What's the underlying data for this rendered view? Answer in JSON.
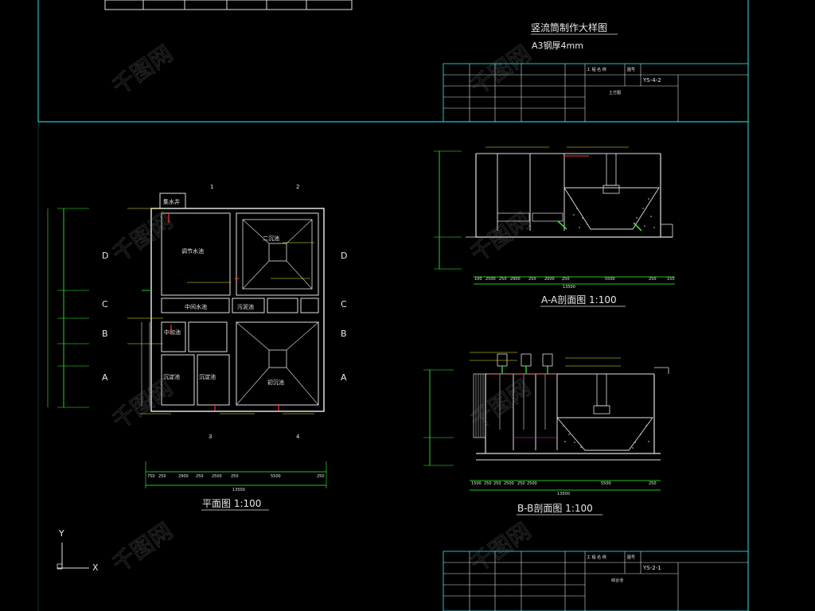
{
  "drawing": {
    "detail_title": "竖流筒制作大样图",
    "detail_note": "A3钢厚4mm",
    "plan_title": "平面图 1:100",
    "section_aa_title": "A-A剖面图 1:100",
    "section_bb_title": "B-B剖面图 1:100",
    "grid_rows": [
      "D",
      "C",
      "B",
      "A"
    ],
    "grid_cols": [
      "1",
      "2",
      "3",
      "4"
    ],
    "plan_dims": [
      "750",
      "250",
      "2900",
      "250",
      "2500",
      "250",
      "5500",
      "250"
    ],
    "plan_total": "13500",
    "plan_rooms": {
      "collect_well": "集水井",
      "regulating_tank": "调节水池",
      "secondary_settling": "二沉池",
      "intermediate_tank": "中间水池",
      "sludge_tank": "污泥池",
      "mid_tank": "中和池",
      "contact_left": "沉淀池",
      "contact_right": "沉淀池",
      "primary_settling": "初沉池"
    },
    "aa_dims": [
      "100",
      "2500",
      "250",
      "2900",
      "250",
      "2000",
      "250",
      "5500",
      "250",
      "150"
    ],
    "aa_total": "13500",
    "bb_dims": [
      "1500",
      "250",
      "250",
      "2500",
      "250",
      "2500",
      "5500",
      "250"
    ],
    "bb_total": "13500",
    "coord_labels": {
      "y": "Y",
      "x": "X"
    },
    "title_block_top": {
      "drawing_no": "YS-4-2",
      "project": "工 程 名 称",
      "content": "土方图",
      "sheet": "图号"
    },
    "title_block_bottom": {
      "drawing_no": "YS-2-1",
      "project": "工 程 名 称",
      "content": "综合池",
      "sheet": "图号"
    },
    "watermark": "千图网"
  }
}
